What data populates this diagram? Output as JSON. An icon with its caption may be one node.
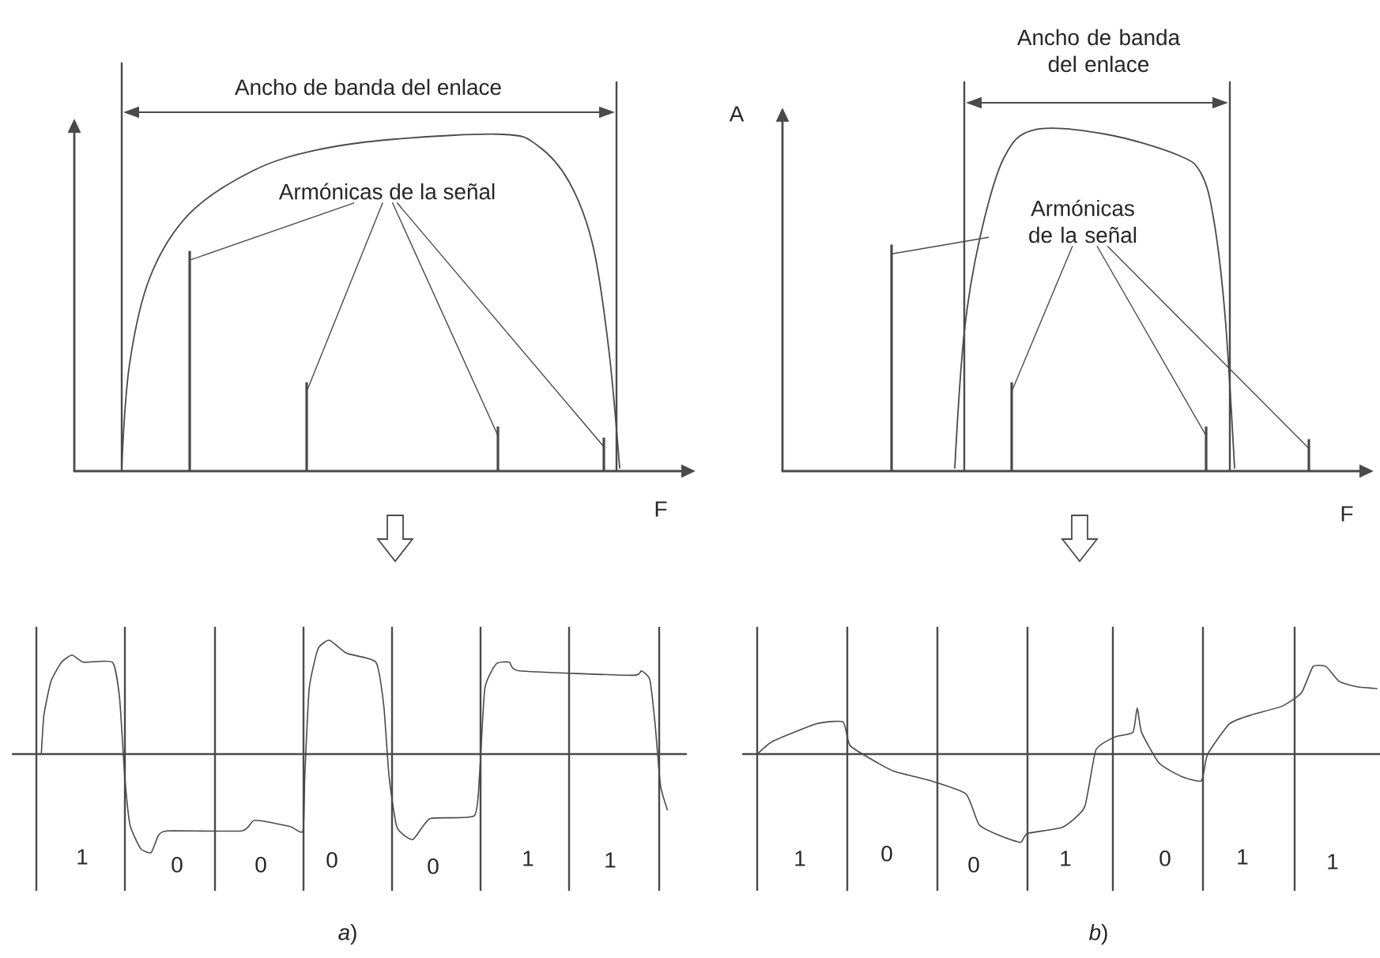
{
  "diagram": {
    "nodes": [
      {
        "text": [
          "Armónicas de la señal"
        ]
      },
      {
        "text": [],
        "shape": "bar"
      },
      {
        "text": [],
        "shape": "bar"
      },
      {
        "text": [],
        "shape": "bar"
      },
      {
        "text": [],
        "shape": "bar"
      },
      {
        "text": [
          "Armónicas de la señal"
        ]
      },
      {
        "text": [],
        "shape": "bar"
      },
      {
        "text": [],
        "shape": "bar"
      },
      {
        "text": [],
        "shape": "bar"
      },
      {
        "text": [],
        "shape": "bar"
      }
    ],
    "edges": [
      {
        "from": 0,
        "to": 1,
        "arrow": "none"
      },
      {
        "from": 0,
        "to": 2,
        "arrow": "none"
      },
      {
        "from": 0,
        "to": 3,
        "arrow": "none"
      },
      {
        "from": 0,
        "to": 4,
        "arrow": "none"
      },
      {
        "from": 5,
        "to": 6,
        "arrow": "none"
      },
      {
        "from": 5,
        "to": 7,
        "arrow": "none"
      },
      {
        "from": 5,
        "to": 8,
        "arrow": "none"
      },
      {
        "from": 5,
        "to": 9,
        "arrow": "none"
      }
    ],
    "labels": [
      "Ancho de banda del enlace",
      "Ancho de banda del enlace",
      "A",
      "F",
      "F",
      "1",
      "0",
      "0",
      "0",
      "0",
      "1",
      "1",
      "1",
      "0",
      "0",
      "1",
      "0",
      "1",
      "1",
      "*a*)",
      "*b*)"
    ]
  }
}
